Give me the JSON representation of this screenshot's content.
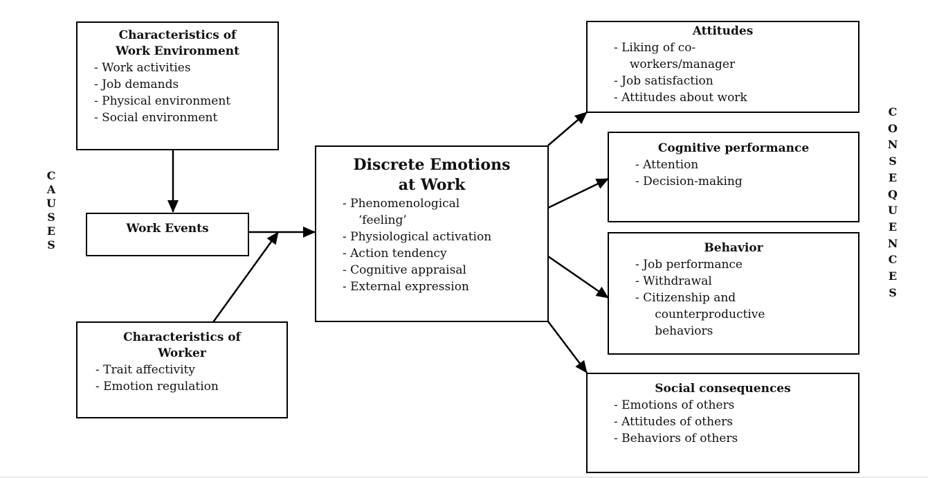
{
  "diagram": {
    "side_labels": {
      "left": "CAUSES",
      "right": "CONSEQUENCES"
    },
    "boxes": {
      "work_environment": {
        "title_lines": [
          "Characteristics of",
          "Work Environment"
        ],
        "items": [
          "- Work activities",
          "- Job demands",
          "- Physical environment",
          "- Social environment"
        ]
      },
      "work_events": {
        "title_lines": [
          "Work Events"
        ],
        "items": []
      },
      "worker": {
        "title_lines": [
          "Characteristics of",
          "Worker"
        ],
        "items": [
          "- Trait affectivity",
          "- Emotion regulation"
        ]
      },
      "discrete_emotions": {
        "title_lines": [
          "Discrete Emotions",
          "at Work"
        ],
        "items": [
          "- Phenomenological\n  ‘feeling’",
          "- Physiological activation",
          "- Action tendency",
          "- Cognitive appraisal",
          "- External expression"
        ]
      },
      "attitudes": {
        "title_lines": [
          "Attitudes"
        ],
        "items": [
          "- Liking of co-\n  workers/manager",
          "- Job satisfaction",
          "- Attitudes about work"
        ]
      },
      "cognitive_performance": {
        "title_lines": [
          "Cognitive performance"
        ],
        "items": [
          "- Attention",
          "- Decision-making"
        ]
      },
      "behavior": {
        "title_lines": [
          "Behavior"
        ],
        "items": [
          "- Job performance",
          "- Withdrawal",
          "- Citizenship and\n   counterproductive\n   behaviors"
        ]
      },
      "social_consequences": {
        "title_lines": [
          "Social consequences"
        ],
        "items": [
          "- Emotions of others",
          "- Attitudes of others",
          "- Behaviors of others"
        ]
      }
    },
    "connections": [
      {
        "from": "work_environment",
        "to": "work_events"
      },
      {
        "from": "work_events",
        "to": "discrete_emotions"
      },
      {
        "from": "worker",
        "to": "work_events-discrete_emotions-link"
      },
      {
        "from": "discrete_emotions",
        "to": "attitudes"
      },
      {
        "from": "discrete_emotions",
        "to": "cognitive_performance"
      },
      {
        "from": "discrete_emotions",
        "to": "behavior"
      },
      {
        "from": "discrete_emotions",
        "to": "social_consequences"
      }
    ]
  }
}
